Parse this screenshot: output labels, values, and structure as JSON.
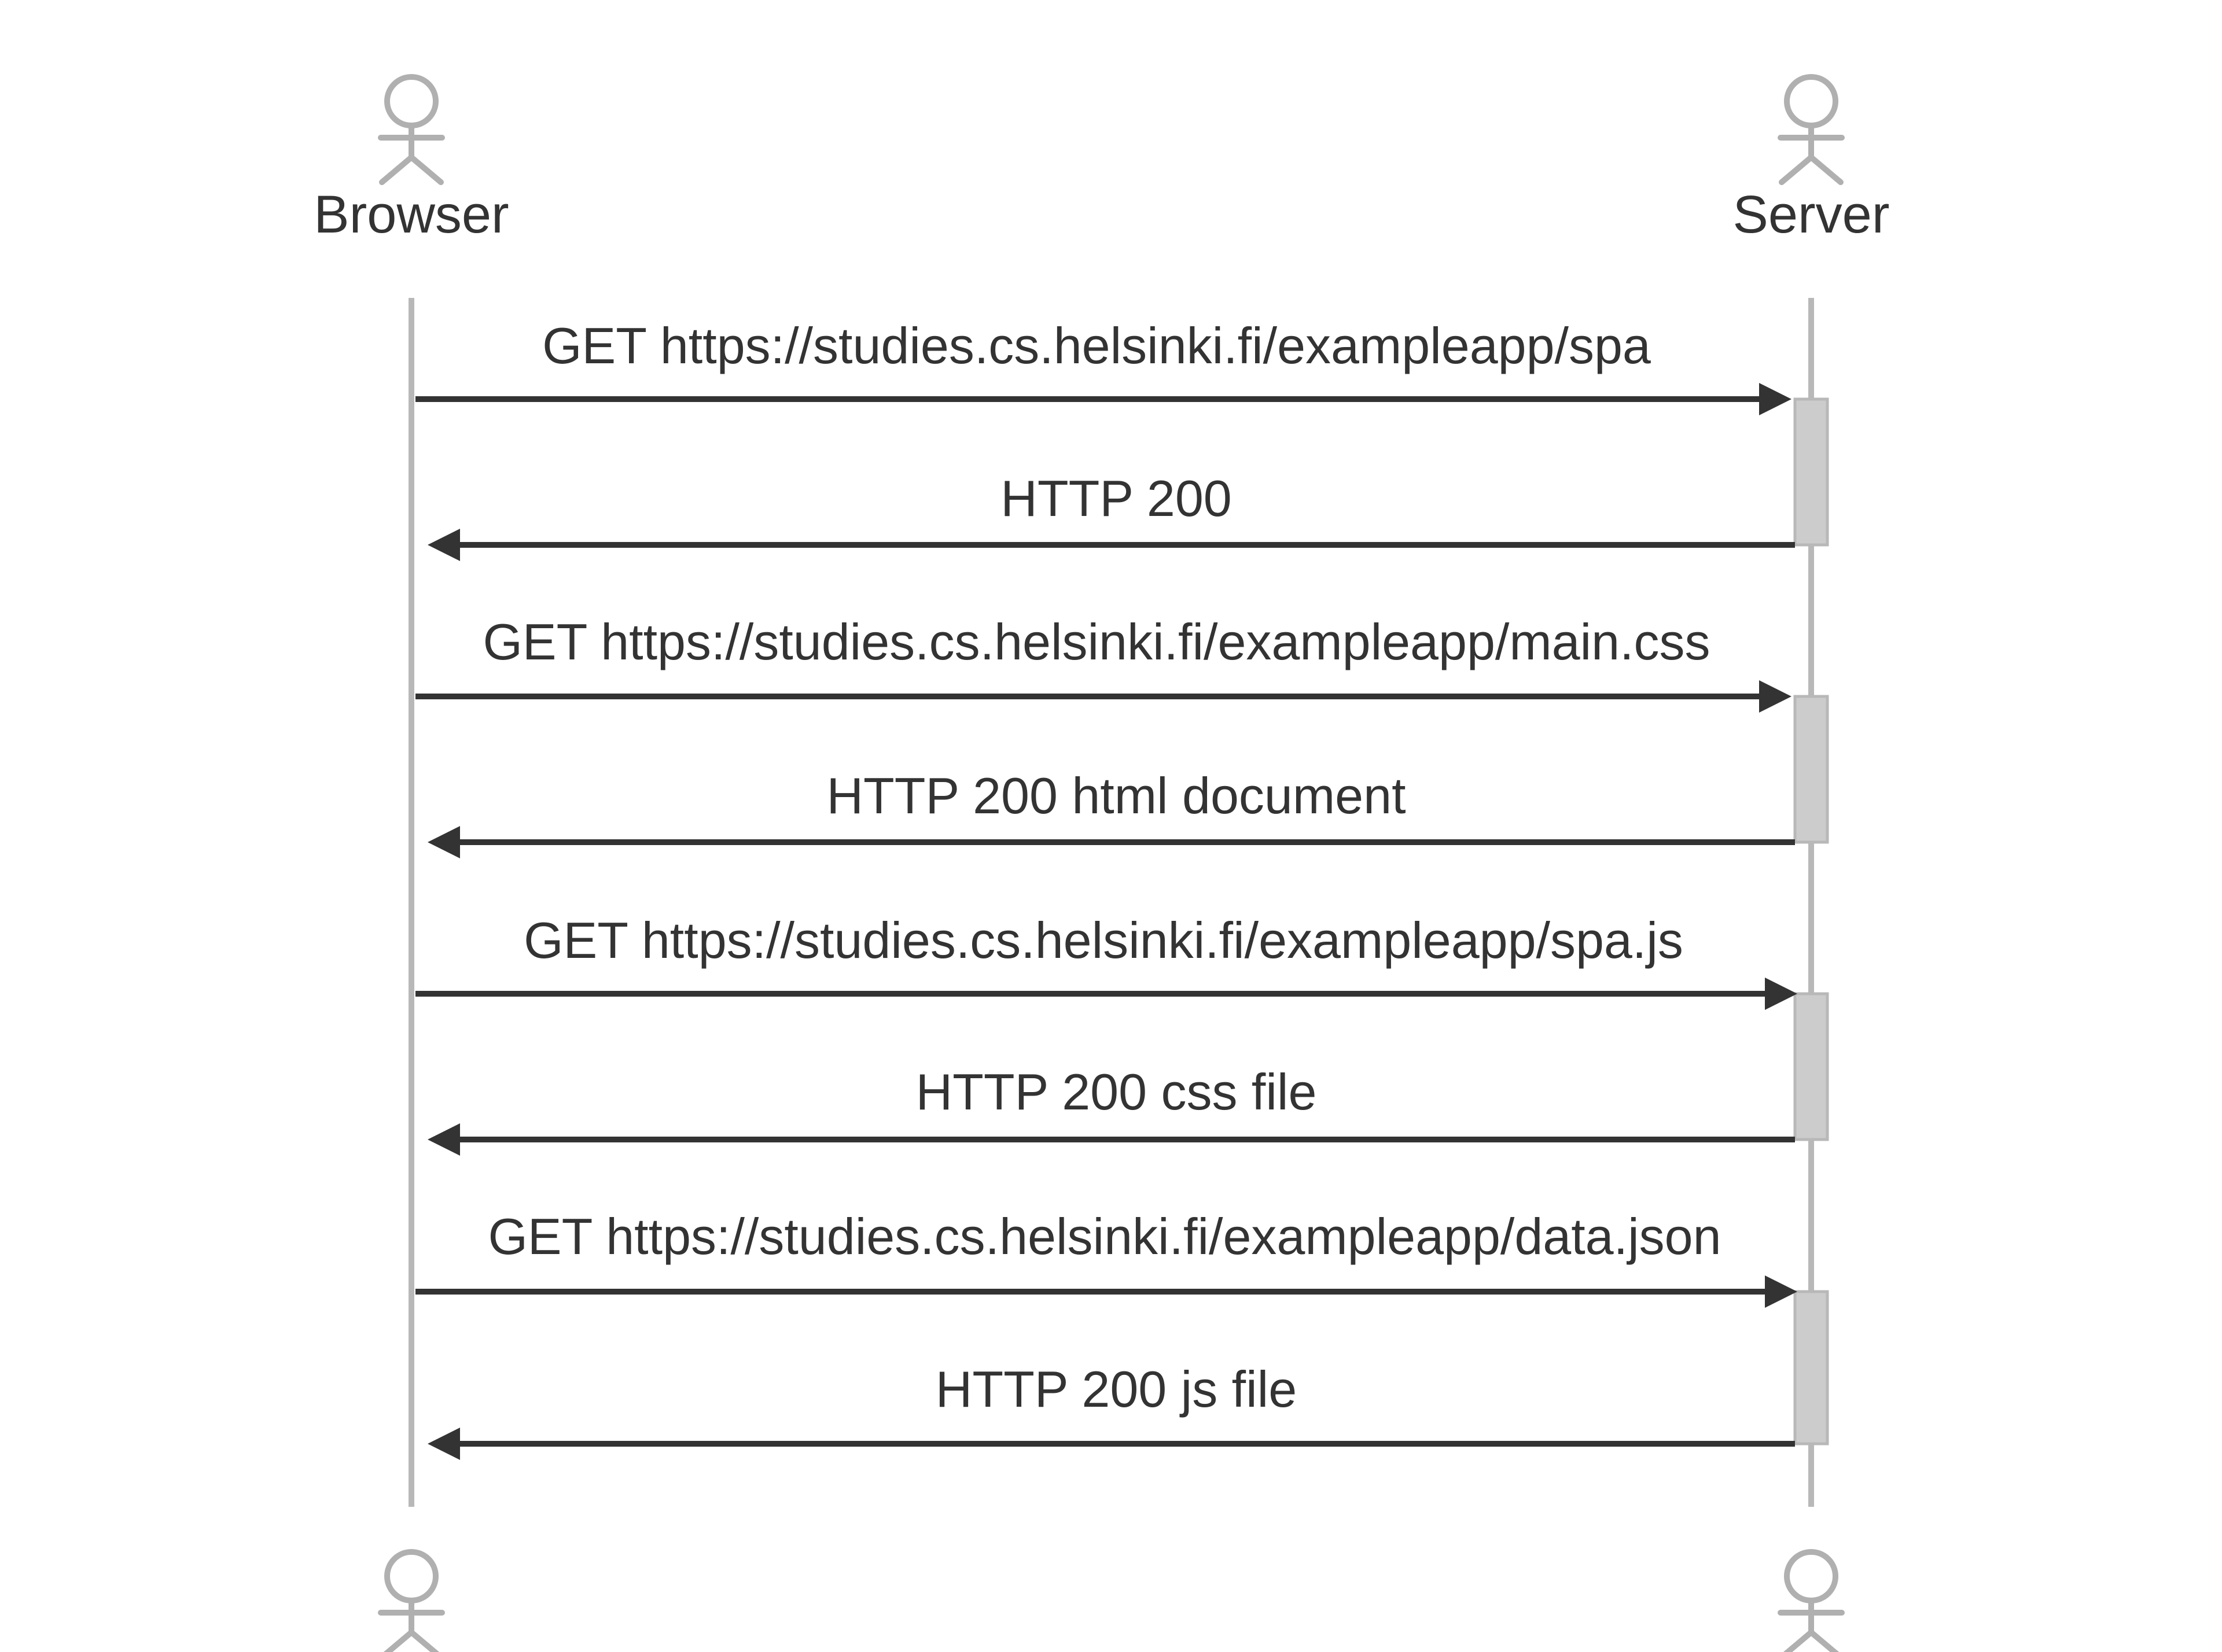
{
  "participants": [
    {
      "name": "Browser",
      "icon": "actor-stick-figure-icon"
    },
    {
      "name": "Server",
      "icon": "actor-stick-figure-icon"
    }
  ],
  "messages": [
    {
      "from": "Browser",
      "to": "Server",
      "text": "GET https://studies.cs.helsinki.fi/exampleapp/spa"
    },
    {
      "from": "Server",
      "to": "Browser",
      "text": "HTTP 200"
    },
    {
      "from": "Browser",
      "to": "Server",
      "text": "GET https://studies.cs.helsinki.fi/exampleapp/main.css"
    },
    {
      "from": "Server",
      "to": "Browser",
      "text": "HTTP 200 html document"
    },
    {
      "from": "Browser",
      "to": "Server",
      "text": "GET https://studies.cs.helsinki.fi/exampleapp/spa.js"
    },
    {
      "from": "Server",
      "to": "Browser",
      "text": "HTTP 200 css file"
    },
    {
      "from": "Browser",
      "to": "Server",
      "text": "GET https://studies.cs.helsinki.fi/exampleapp/data.json"
    },
    {
      "from": "Server",
      "to": "Browser",
      "text": "HTTP 200 js file"
    }
  ],
  "colors": {
    "lifeline": "#b8b8b8",
    "actor": "#b0b0b0",
    "arrow": "#333333",
    "text": "#333333",
    "activation_fill": "#cccccc",
    "activation_stroke": "#b8b8b8"
  }
}
